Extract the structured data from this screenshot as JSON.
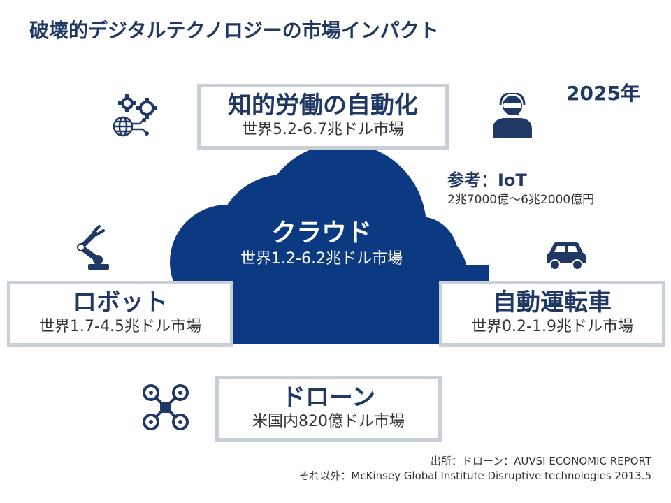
{
  "title": "破壊的デジタルテクノロジーの市場インパクト",
  "year": "2025年",
  "cloud": {
    "name": "クラウド",
    "value": "世界1.2-6.2兆ドル市場"
  },
  "labor": {
    "name": "知的労働の自動化",
    "value": "世界5.2-6.7兆ドル市場"
  },
  "robot": {
    "name": "ロボット",
    "value": "世界1.7-4.5兆ドル市場"
  },
  "car": {
    "name": "自動運転車",
    "value": "世界0.2-1.9兆ドル市場"
  },
  "drone": {
    "name": "ドローン",
    "value": "米国内820億ドル市場"
  },
  "iot": {
    "title": "参考：IoT",
    "value": "2兆7000億～6兆2000億円"
  },
  "source": {
    "line1": "出所：ドローン：AUVSI ECONOMIC REPORT",
    "line2": "それ以外：McKinsey Global Institute Disruptive technologies 2013.5"
  },
  "colors": {
    "navy": "#1f3864",
    "cloud": "#0b3a82",
    "box_border": "#c8cfd6"
  },
  "icons": [
    "gears-globe-icon",
    "headset-person-icon",
    "robot-arm-icon",
    "car-icon",
    "drone-icon"
  ]
}
